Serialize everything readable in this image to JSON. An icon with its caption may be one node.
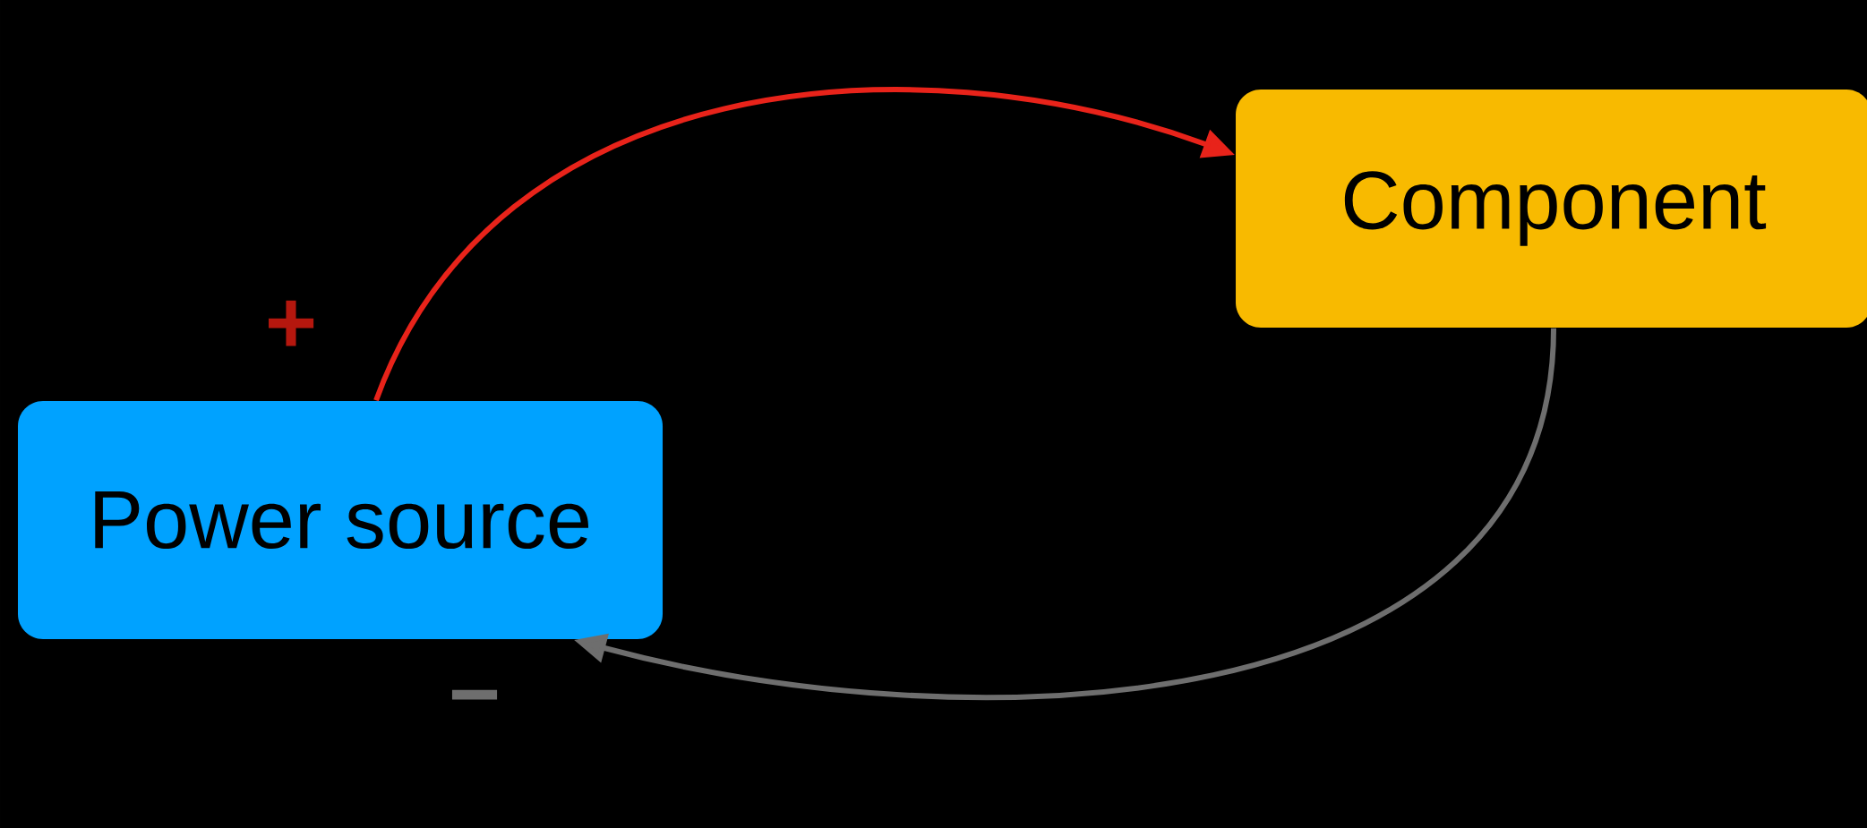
{
  "diagram": {
    "nodes": [
      {
        "text": [
          "Power source"
        ]
      },
      {
        "text": [
          "Component"
        ]
      }
    ],
    "edges": [
      {
        "from": 0,
        "to": 1,
        "arrow": "to",
        "color": "#e8231a"
      },
      {
        "from": 1,
        "to": 0,
        "arrow": "to",
        "color": "#6e6e6e"
      }
    ],
    "labels": [
      "+",
      "−"
    ]
  }
}
